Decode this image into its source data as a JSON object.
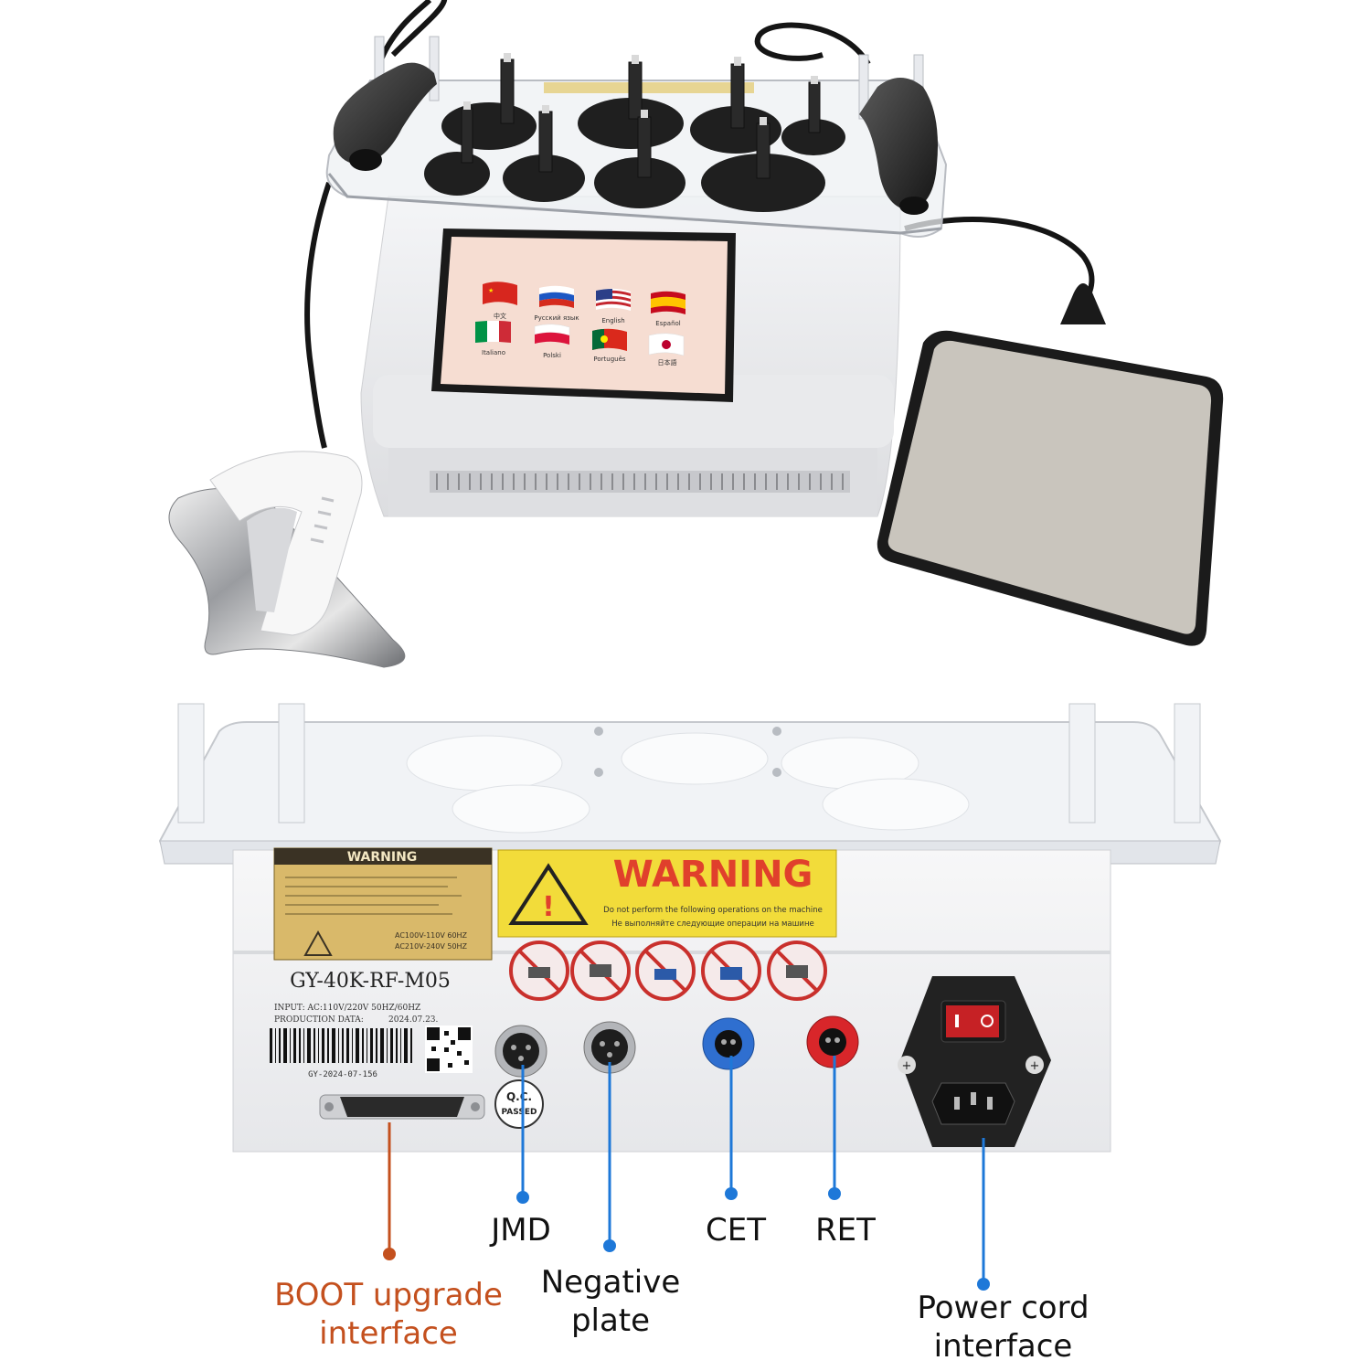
{
  "screen": {
    "languages": [
      {
        "label": "中文",
        "flag": "china"
      },
      {
        "label": "Русский язык",
        "flag": "russia"
      },
      {
        "label": "English",
        "flag": "usa"
      },
      {
        "label": "Español",
        "flag": "spain"
      },
      {
        "label": "Italiano",
        "flag": "italy"
      },
      {
        "label": "Polski",
        "flag": "poland"
      },
      {
        "label": "Português",
        "flag": "portugal"
      },
      {
        "label": "日本語",
        "flag": "japan"
      }
    ]
  },
  "labels": {
    "warning_small": "WARNING",
    "warning_title": "WARNING",
    "warning_line1": "Do not perform the following operations on the machine",
    "warning_line2": "Не выполняйте следующие операции на машине",
    "spec_line1": "AC100V-110V 60HZ",
    "spec_line2": "AC210V-240V 50HZ",
    "model": "GY-40K-RF-M05",
    "input_line": "INPUT: AC:110V/220V 50HZ/60HZ",
    "production_label": "PRODUCTION DATA:",
    "production_date": "2024.07.23.",
    "serial": "GY-2024-07-156",
    "qc_line1": "Q.C.",
    "qc_line2": "PASSED"
  },
  "callouts": {
    "boot": {
      "line1": "BOOT upgrade",
      "line2": "interface"
    },
    "jmd": "JMD",
    "negative": {
      "line1": "Negative",
      "line2": "plate"
    },
    "cet": "CET",
    "ret": "RET",
    "power": {
      "line1": "Power cord",
      "line2": "interface"
    }
  },
  "colors": {
    "callout_blue": "#1e78d8",
    "callout_orange": "#c4501e",
    "warning_yellow": "#f2dc3a",
    "warning_red": "#e0402c",
    "cet_blue": "#2f6fd0",
    "ret_red": "#d8262a"
  }
}
